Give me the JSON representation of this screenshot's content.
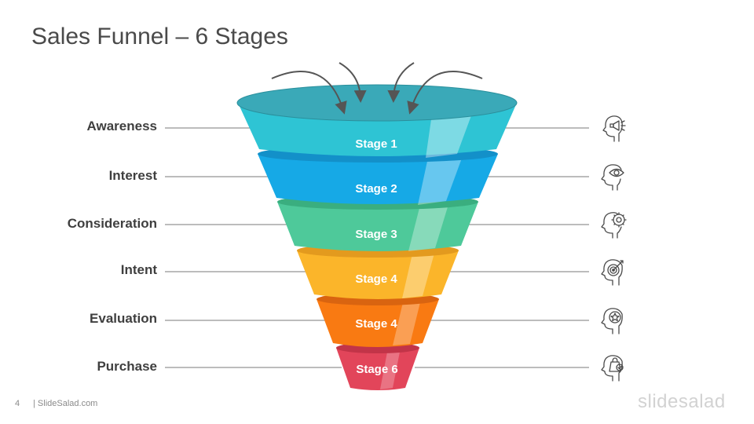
{
  "slide": {
    "title": "Sales Funnel – 6 Stages",
    "page_number": "4",
    "footer_text": "| SlideSalad.com",
    "watermark": "slidesalad"
  },
  "stages": [
    {
      "label": "Awareness",
      "tier_text": "Stage 1",
      "color": "#2ec4d4",
      "icon": "megaphone-head-icon"
    },
    {
      "label": "Interest",
      "tier_text": "Stage 2",
      "color": "#16a9e6",
      "icon": "eye-head-icon"
    },
    {
      "label": "Consideration",
      "tier_text": "Stage 3",
      "color": "#4ec99a",
      "icon": "gear-head-icon"
    },
    {
      "label": "Intent",
      "tier_text": "Stage 4",
      "color": "#fbb52a",
      "icon": "target-head-icon"
    },
    {
      "label": "Evaluation",
      "tier_text": "Stage 4",
      "color": "#f97a12",
      "icon": "star-head-icon"
    },
    {
      "label": "Purchase",
      "tier_text": "Stage 6",
      "color": "#e2455a",
      "icon": "shopping-bag-head-icon"
    }
  ],
  "colors": {
    "title": "#4a4a4a",
    "label": "#3f3f3f",
    "connector": "#7a7a7a",
    "arrow": "#555555",
    "funnel_top": "#3aa9b8"
  }
}
